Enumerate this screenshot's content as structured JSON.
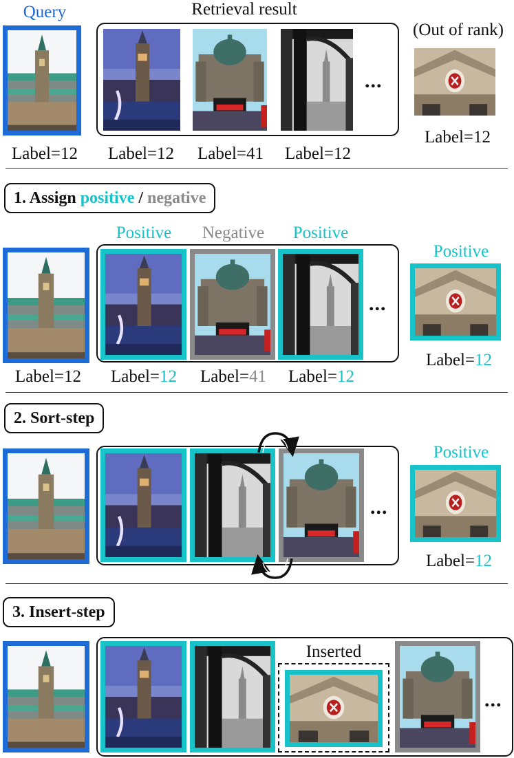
{
  "header": {
    "query_title": "Query",
    "retrieval_title": "Retrieval result",
    "out_of_rank_title": "(Out of rank)"
  },
  "labels": {
    "prefix": "Label=",
    "query": "12",
    "r1": "12",
    "r2": "41",
    "r3": "12",
    "out": "12"
  },
  "step1": {
    "title_prefix": "1. Assign ",
    "positive_word": "positive",
    "slash": " / ",
    "negative_word": "negative",
    "tag_positive": "Positive",
    "tag_negative": "Negative"
  },
  "step2": {
    "title": "2. Sort-step",
    "tag_positive": "Positive"
  },
  "step3": {
    "title": "3. Insert-step",
    "inserted": "Inserted"
  },
  "ellipsis": "...",
  "colors": {
    "query_border": "#1e6bd6",
    "positive": "#17c2c9",
    "negative": "#8a8a8a"
  }
}
